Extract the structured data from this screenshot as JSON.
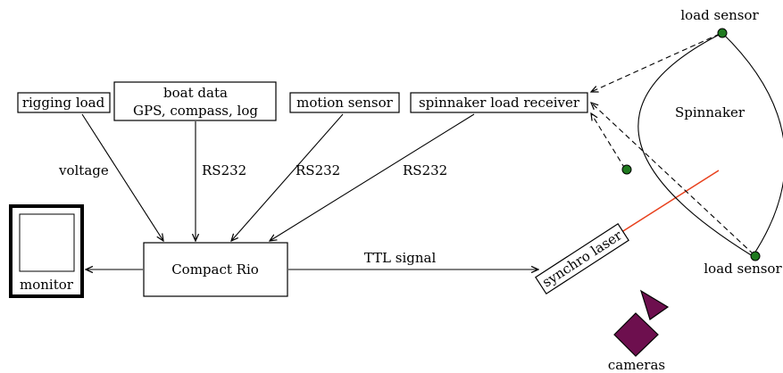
{
  "nodes": {
    "rigging_load": "rigging load",
    "boat_data_line1": "boat data",
    "boat_data_line2": "GPS, compass, log",
    "motion_sensor": "motion sensor",
    "spinnaker_receiver": "spinnaker load receiver",
    "compact_rio": "Compact Rio",
    "monitor": "monitor",
    "synchro_laser": "synchro laser",
    "cameras": "cameras",
    "spinnaker": "Spinnaker",
    "load_sensor_top": "load sensor",
    "load_sensor_bottom": "load sensor"
  },
  "edges": {
    "voltage": "voltage",
    "rs232_boat": "RS232",
    "rs232_motion": "RS232",
    "rs232_spinnaker": "RS232",
    "ttl": "TTL signal"
  },
  "colors": {
    "laser": "#e8401c",
    "camera": "#6d0f4e",
    "sensor_dot": "#1f7a1f"
  }
}
